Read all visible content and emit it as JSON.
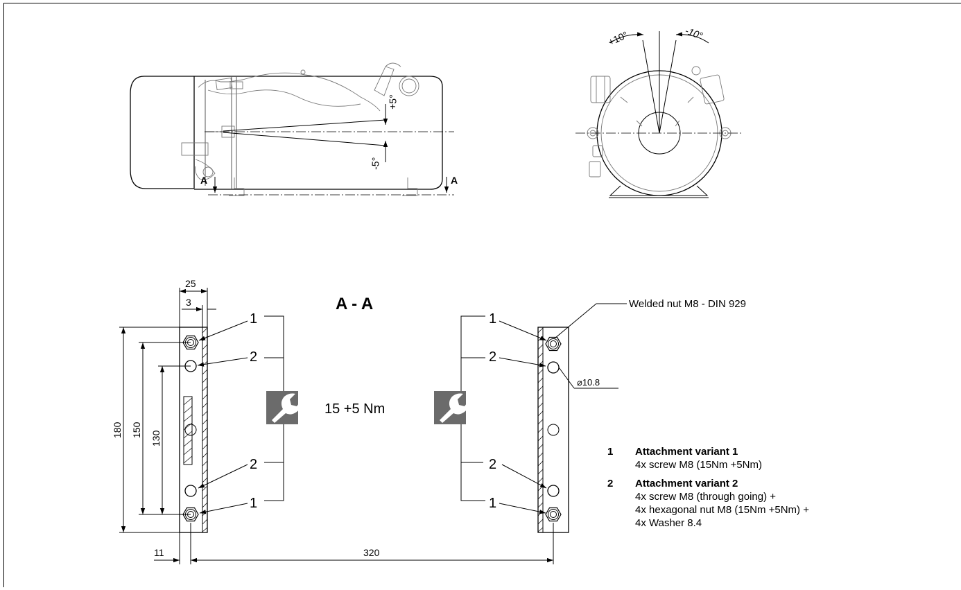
{
  "side_view": {
    "tilt_up": "+5°",
    "tilt_down": "-5°",
    "section_mark_left": "A",
    "section_mark_right": "A"
  },
  "front_view": {
    "angle_left": "+10°",
    "angle_right": "-10°"
  },
  "section": {
    "title": "A - A",
    "torque": "15 +5 Nm",
    "welded_nut_label": "Welded nut M8 - DIN 929",
    "hole_diameter": "⌀10.8",
    "dims": {
      "width_25": "25",
      "offset_3": "3",
      "height_180": "180",
      "height_150": "150",
      "height_130": "130",
      "offset_11": "11",
      "span_320": "320"
    },
    "callouts": {
      "left_top_1": "1",
      "left_top_2": "2",
      "left_bottom_2": "2",
      "left_bottom_1": "1",
      "right_top_1": "1",
      "right_top_2": "2",
      "right_bottom_2": "2",
      "right_bottom_1": "1"
    }
  },
  "legend": {
    "items": [
      {
        "number": "1",
        "title": "Attachment variant 1",
        "lines": [
          "4x screw M8 (15Nm +5Nm)"
        ]
      },
      {
        "number": "2",
        "title": "Attachment variant 2",
        "lines": [
          "4x screw M8 (through going) +",
          "4x hexagonal nut M8 (15Nm +5Nm) +",
          "4x Washer 8.4"
        ]
      }
    ]
  }
}
